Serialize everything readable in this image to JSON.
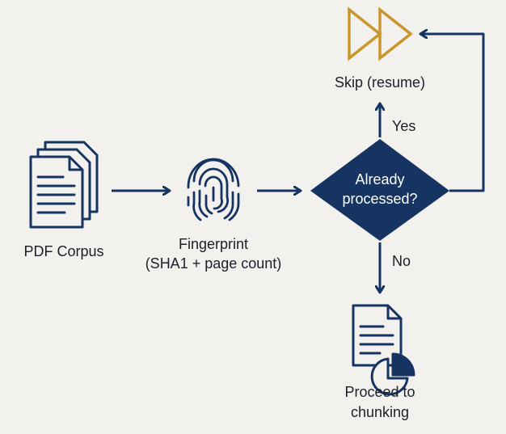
{
  "colors": {
    "background": "#f2f1ee",
    "navy": "#163461",
    "gold": "#c9962b",
    "text": "#1b1f27"
  },
  "nodes": {
    "pdf_corpus": {
      "icon": "stacked-documents-icon",
      "label": "PDF Corpus"
    },
    "fingerprint": {
      "icon": "fingerprint-icon",
      "label_line1": "Fingerprint",
      "label_line2": "(SHA1 + page count)"
    },
    "decision": {
      "label_line1": "Already",
      "label_line2": "processed?"
    },
    "skip": {
      "icon": "fast-forward-icon",
      "label": "Skip (resume)"
    },
    "proceed": {
      "icon": "document-chart-icon",
      "label_line1": "Proceed to",
      "label_line2": "chunking"
    }
  },
  "edges": {
    "yes_label": "Yes",
    "no_label": "No"
  }
}
